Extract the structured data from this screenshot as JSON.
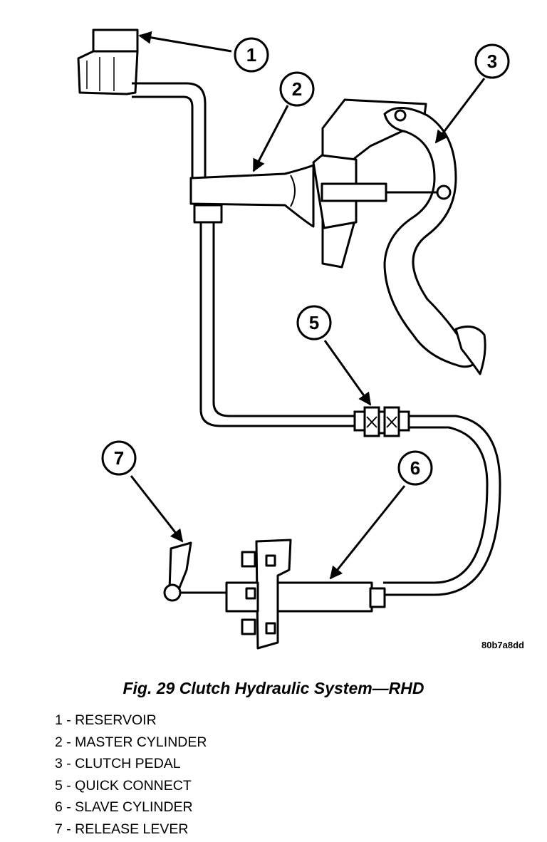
{
  "callouts": [
    {
      "num": "1"
    },
    {
      "num": "2"
    },
    {
      "num": "3"
    },
    {
      "num": "5"
    },
    {
      "num": "6"
    },
    {
      "num": "7"
    }
  ],
  "figure_code": "80b7a8dd",
  "caption": "Fig. 29 Clutch Hydraulic System—RHD",
  "legend": [
    {
      "text": "1 - RESERVOIR"
    },
    {
      "text": "2 - MASTER CYLINDER"
    },
    {
      "text": "3 - CLUTCH PEDAL"
    },
    {
      "text": "5 - QUICK CONNECT"
    },
    {
      "text": "6 - SLAVE CYLINDER"
    },
    {
      "text": "7 - RELEASE LEVER"
    }
  ]
}
